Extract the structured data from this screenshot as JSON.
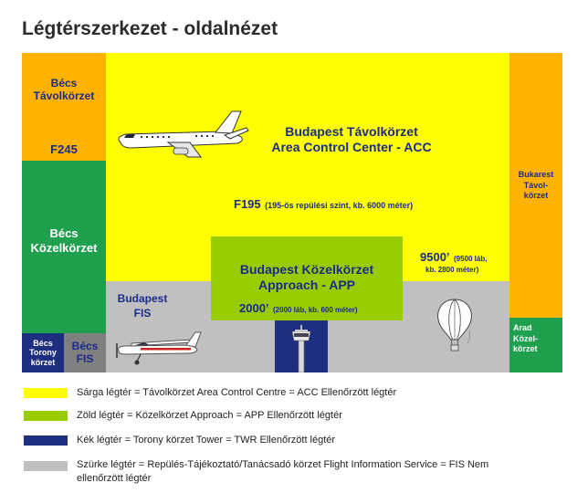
{
  "title": "Légtérszerkezet - oldalnézet",
  "colors": {
    "acc_yellow": "#ffff00",
    "app_green": "#99cc00",
    "twr_blue": "#1f2f80",
    "fis_gray": "#c0c0c0",
    "orange": "#ffb300",
    "neighbor_green": "#1fa04f"
  },
  "zones": {
    "vienna_acc": {
      "line1": "Bécs",
      "line2": "Távolkörzet",
      "level": "F245"
    },
    "vienna_app": {
      "line1": "Bécs",
      "line2": "Közelkörzet"
    },
    "vienna_twr": {
      "line1": "Bécs",
      "line2": "Torony",
      "line3": "körzet"
    },
    "vienna_fis": {
      "line1": "Bécs",
      "line2": "FIS"
    },
    "budapest_acc": {
      "line1": "Budapest Távolkörzet",
      "line2": "Area Control Center - ACC"
    },
    "f195": {
      "main": "F195",
      "note": "(195-ös repülési szint, kb. 6000 méter)"
    },
    "level_9500": {
      "main": "9500’",
      "note1": "(9500 láb,",
      "note2": "kb. 2800 méter)"
    },
    "budapest_app": {
      "line1": "Budapest Közelkörzet",
      "line2": "Approach - APP",
      "level_main": "2000’",
      "level_note": "(2000 láb, kb. 600 méter)"
    },
    "budapest_fis": {
      "line1": "Budapest",
      "line2": "FIS"
    },
    "bucharest_acc": {
      "line1": "Bukarest",
      "line2": "Távol-",
      "line3": "körzet"
    },
    "arad_app": {
      "line1": "Arad",
      "line2": "Közel-",
      "line3": "körzet"
    }
  },
  "legend": [
    {
      "color": "#ffff00",
      "text": "Sárga légtér = Távolkörzet Area Control Centre = ACC Ellenőrzött légtér"
    },
    {
      "color": "#99cc00",
      "text": "Zöld légtér = Közelkörzet Approach = APP Ellenőrzött légtér"
    },
    {
      "color": "#1f2f80",
      "text": "Kék légtér = Torony körzet Tower = TWR Ellenőrzött légtér"
    },
    {
      "color": "#c0c0c0",
      "text": "Szürke légtér = Repülés-Tájékoztató/Tanácsadó körzet Flight Information Service = FIS Nem ellenőrzött légtér"
    }
  ],
  "icons": [
    "jet-airplane-icon",
    "small-airplane-icon",
    "control-tower-icon",
    "hot-air-balloon-icon"
  ]
}
